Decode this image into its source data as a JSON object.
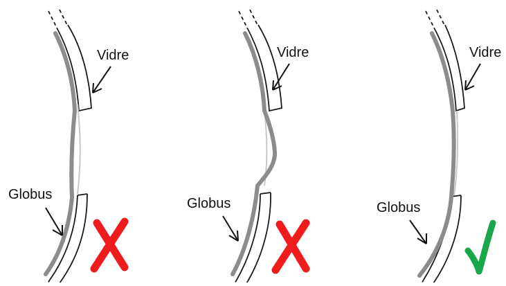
{
  "colors": {
    "membrane": "#8c8c8c",
    "membrane_thin": "#c8c8c8",
    "outline": "#1a1a1a",
    "cross": "#ee1c1c",
    "check": "#1aa64a"
  },
  "panels": [
    {
      "upper_label": "Vidre",
      "lower_label": "Globus",
      "verdict": "wrong",
      "verdict_icon": "cross-icon"
    },
    {
      "upper_label": "Vidre",
      "lower_label": "Globus",
      "verdict": "wrong",
      "verdict_icon": "cross-icon"
    },
    {
      "upper_label": "Vidre",
      "lower_label": "Globus",
      "verdict": "correct",
      "verdict_icon": "checkmark-icon"
    }
  ]
}
